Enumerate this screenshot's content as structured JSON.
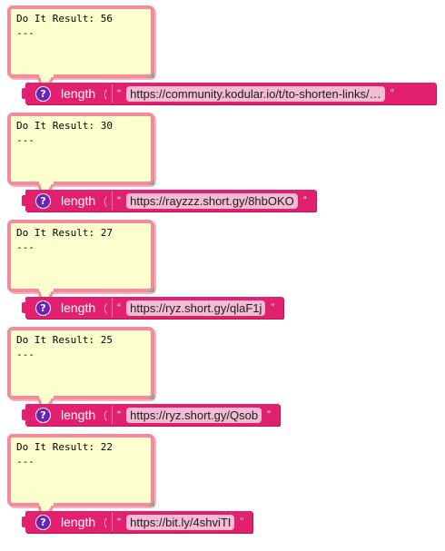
{
  "blocks": [
    {
      "result": "Do It Result: 56\n---",
      "label": "length",
      "url": "https://community.kodular.io/t/to-shorten-links/…"
    },
    {
      "result": "Do It Result: 30\n---",
      "label": "length",
      "url": "https://rayzzz.short.gy/8hbOKO"
    },
    {
      "result": "Do It Result: 27\n---",
      "label": "length",
      "url": "https://ryz.short.gy/qlaF1j"
    },
    {
      "result": "Do It Result: 25\n---",
      "label": "length",
      "url": "https://ryz.short.gy/Qsob"
    },
    {
      "result": "Do It Result: 22\n---",
      "label": "length",
      "url": "https://bit.ly/4shviTI"
    }
  ],
  "help_glyph": "?",
  "open_quote": "“",
  "close_quote": "”",
  "paren_glyph": "(",
  "colors": {
    "block": "#e2206f",
    "comment_bg": "#feffcf",
    "comment_border": "#f28c9a",
    "help_icon": "#6a22b8",
    "string_bg": "#f4bcd4"
  }
}
